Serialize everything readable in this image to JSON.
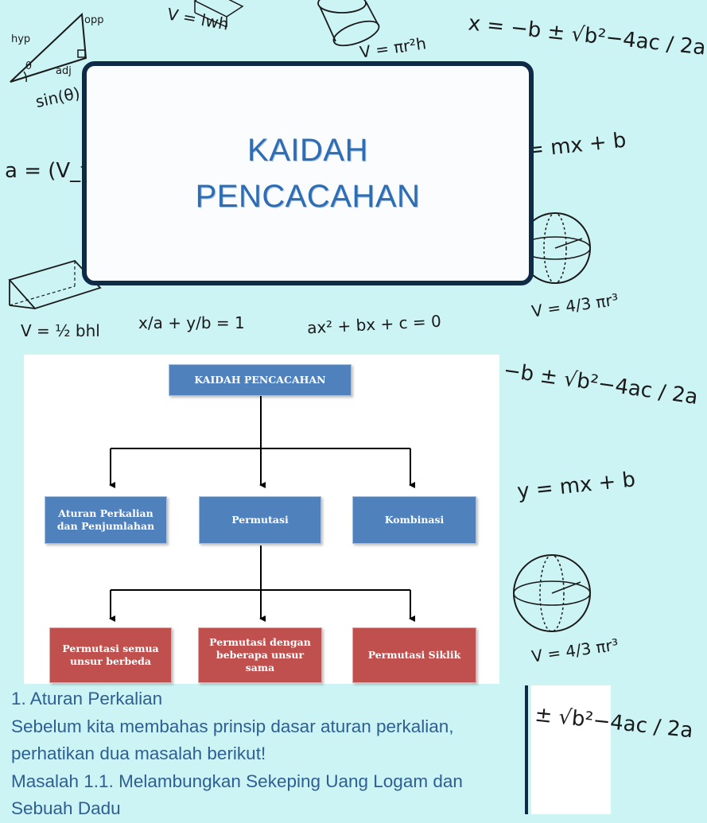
{
  "title_card": {
    "lines": [
      "KAIDAH",
      "PENCACAHAN"
    ]
  },
  "background_formulas": {
    "quadratic_top": "x = −b ± √b²−4ac / 2a",
    "line_top": "= mx + b",
    "volume_box": "V = lwh",
    "volume_cylinder": "V = πr²h",
    "sine": "sin(θ) =",
    "acceleration": "a = (V_f − V_i) / t",
    "triangle_labels": [
      "hyp",
      "opp",
      "adj",
      "θ"
    ],
    "prism_volume": "V = ½ bhl",
    "intercept": "x/a + y/b = 1",
    "quadratic_eq": "ax² + bx + c = 0",
    "sphere_volume": "V = 4/3 πr³",
    "quadratic_mid": "−b ± √b²−4ac / 2a",
    "line_mid": "y = mx + b",
    "sphere_volume_2": "V = 4/3 πr³",
    "quadratic_bottom": "± √b²−4ac / 2a"
  },
  "diagram": {
    "root": "KAIDAH PENCACAHAN",
    "level1": [
      "Aturan Perkalian dan Penjumlahan",
      "Permutasi",
      "Kombinasi"
    ],
    "level2": [
      "Permutasi semua unsur berbeda",
      "Permutasi dengan beberapa unsur sama",
      "Permutasi Siklik"
    ],
    "colors": {
      "blue": "#4f81bd",
      "red": "#c0504d"
    }
  },
  "text": {
    "heading": "1. Aturan Perkalian",
    "paragraph": "Sebelum kita membahas prinsip dasar aturan perkalian, perhatikan dua masalah berikut!",
    "problem": "Masalah 1.1. Melambungkan Sekeping Uang Logam dan Sebuah Dadu"
  },
  "colors": {
    "background": "#cdf4f4",
    "card_border": "#0f2a45",
    "title_text": "#2d6db3",
    "body_text": "#2d5f94"
  }
}
